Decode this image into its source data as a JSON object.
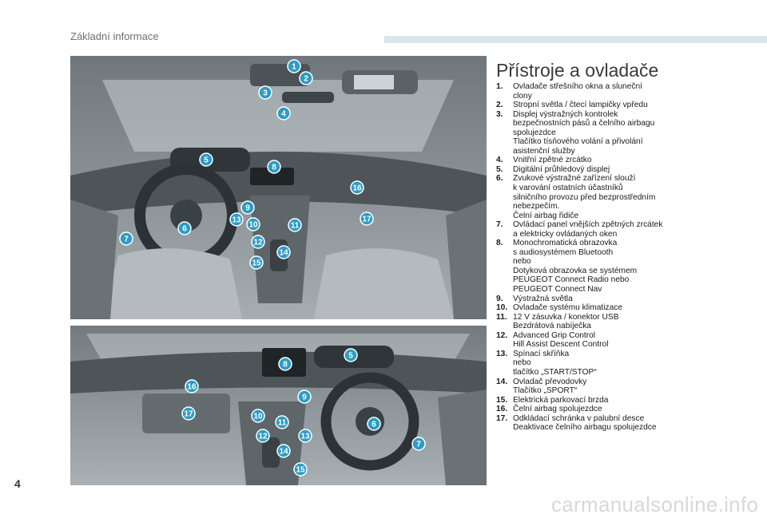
{
  "header": {
    "title": "Základní informace"
  },
  "page_number": "4",
  "watermark": "carmanualsonline.info",
  "section": {
    "title": "Přístroje a ovladače",
    "items": [
      {
        "num": "1.",
        "text": "Ovladače střešního okna a sluneční\nclony"
      },
      {
        "num": "2.",
        "text": "Stropní světla / čtecí lampičky vpředu"
      },
      {
        "num": "3.",
        "text": "Displej výstražných kontrolek\nbezpečnostních pásů a čelního airbagu\nspolujezdce\nTlačítko tísňového volání a přivolání\nasistenční služby"
      },
      {
        "num": "4.",
        "text": "Vnitřní zpětné zrcátko"
      },
      {
        "num": "5.",
        "text": "Digitální průhledový displej"
      },
      {
        "num": "6.",
        "text": "Zvukové výstražné zařízení slouží\nk varování ostatních účastníků\nsilničního provozu před bezprostředním\nnebezpečím.\nČelní airbag řidiče"
      },
      {
        "num": "7.",
        "text": "Ovládací panel vnějších zpětných zrcátek\na elektricky ovládaných oken"
      },
      {
        "num": "8.",
        "text": "Monochromatická obrazovka\ns audiosystémem Bluetooth\nnebo\nDotyková obrazovka se systémem\nPEUGEOT Connect Radio nebo\nPEUGEOT Connect Nav"
      },
      {
        "num": "9.",
        "text": "Výstražná světla"
      },
      {
        "num": "10.",
        "text": "Ovladače systému klimatizace"
      },
      {
        "num": "11.",
        "text": "12 V zásuvka / konektor USB\nBezdrátová nabíječka"
      },
      {
        "num": "12.",
        "text": "Advanced Grip Control\nHill Assist Descent Control"
      },
      {
        "num": "13.",
        "text": "Spínací skříňka\nnebo\ntlačítko „START/STOP“"
      },
      {
        "num": "14.",
        "text": "Ovladač převodovky\nTlačítko „SPORT“"
      },
      {
        "num": "15.",
        "text": "Elektrická parkovací brzda"
      },
      {
        "num": "16.",
        "text": "Čelní airbag spolujezdce"
      },
      {
        "num": "17.",
        "text": "Odkládací schránka v palubní desce\nDeaktivace čelního airbagu spolujezdce"
      }
    ]
  },
  "illustrations": {
    "top_callouts": [
      "1",
      "2",
      "3",
      "4",
      "5",
      "6",
      "7",
      "8",
      "9",
      "10",
      "11",
      "12",
      "13",
      "14",
      "15",
      "16",
      "17"
    ],
    "bottom_callouts": [
      "5",
      "6",
      "7",
      "8",
      "9",
      "10",
      "11",
      "12",
      "13",
      "14",
      "15",
      "16",
      "17"
    ]
  },
  "colors": {
    "callout": "#2e9cc4",
    "illustration_bg": "#8a9297",
    "header_bar": "#d9e6ec"
  }
}
